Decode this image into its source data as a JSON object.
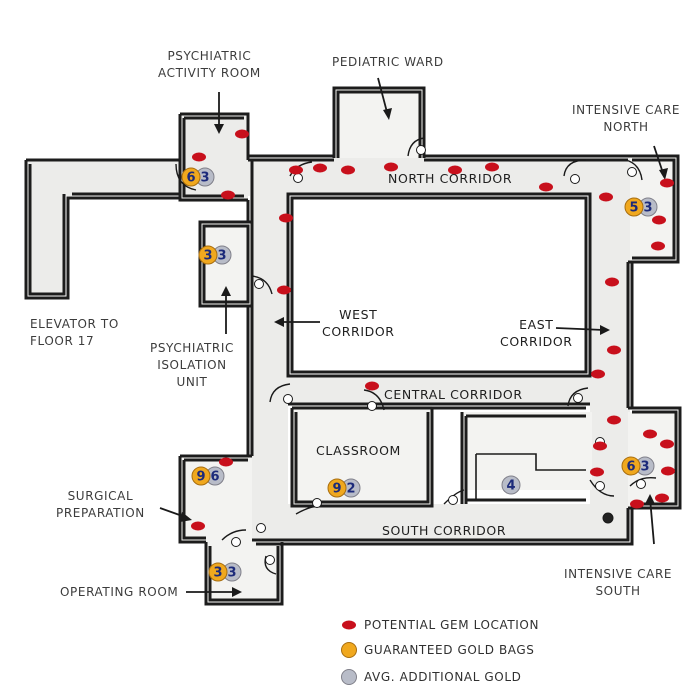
{
  "labels": {
    "psychiatric_activity_room": [
      "PSYCHIATRIC",
      "ACTIVITY ROOM"
    ],
    "pediatric_ward": "PEDIATRIC WARD",
    "intensive_care_north": [
      "INTENSIVE CARE",
      "NORTH"
    ],
    "north_corridor": "NORTH CORRIDOR",
    "west_corridor": [
      "WEST",
      "CORRIDOR"
    ],
    "east_corridor": [
      "EAST",
      "CORRIDOR"
    ],
    "elevator": [
      "ELEVATOR TO",
      "FLOOR 17"
    ],
    "psychiatric_isolation_unit": [
      "PSYCHIATRIC",
      "ISOLATION",
      "UNIT"
    ],
    "central_corridor": "CENTRAL CORRIDOR",
    "classroom": "CLASSROOM",
    "surgical_preparation": [
      "SURGICAL",
      "PREPARATION"
    ],
    "south_corridor": "SOUTH CORRIDOR",
    "operating_room": "OPERATING ROOM",
    "intensive_care_south": [
      "INTENSIVE CARE",
      "SOUTH"
    ]
  },
  "rooms": [
    {
      "name": "psychiatric-activity-room",
      "gold_bags": "6",
      "additional_gold": "3"
    },
    {
      "name": "intensive-care-north",
      "gold_bags": "5",
      "additional_gold": "3"
    },
    {
      "name": "psychiatric-isolation-unit",
      "gold_bags": "3",
      "additional_gold": "3"
    },
    {
      "name": "surgical-preparation",
      "gold_bags": "9",
      "additional_gold": "6"
    },
    {
      "name": "classroom",
      "gold_bags": "9",
      "additional_gold": "2"
    },
    {
      "name": "center-room",
      "gold_bags": "",
      "additional_gold": "4"
    },
    {
      "name": "intensive-care-south",
      "gold_bags": "6",
      "additional_gold": "3"
    },
    {
      "name": "operating-room",
      "gold_bags": "3",
      "additional_gold": "3"
    }
  ],
  "legend": {
    "gem": "POTENTIAL GEM LOCATION",
    "gold": "GUARANTEED GOLD BAGS",
    "avg": "AVG. ADDITIONAL GOLD"
  },
  "colors": {
    "gem": "#c8101c",
    "gold": "#f0a81e",
    "silver": "#b8bcc8",
    "digit": "#1c2a7a"
  }
}
